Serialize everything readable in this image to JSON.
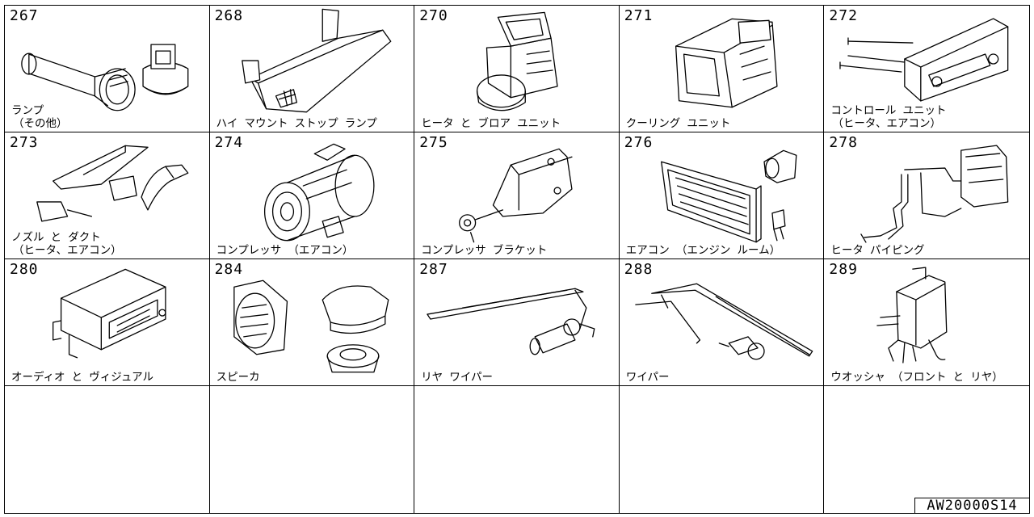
{
  "cells": [
    {
      "number": "267",
      "label_line1": "ランプ",
      "label_line2": "（その他）",
      "icon": "lamp-parts-icon"
    },
    {
      "number": "268",
      "label_line1": "ハイ マウント ストップ ランプ",
      "label_line2": "",
      "icon": "high-mount-stop-lamp-icon"
    },
    {
      "number": "270",
      "label_line1": "ヒータ と ブロア ユニット",
      "label_line2": "",
      "icon": "heater-blower-unit-icon"
    },
    {
      "number": "271",
      "label_line1": "クーリング ユニット",
      "label_line2": "",
      "icon": "cooling-unit-icon"
    },
    {
      "number": "272",
      "label_line1": "コントロール ユニット",
      "label_line2": "（ヒータ、エアコン）",
      "icon": "control-unit-icon"
    },
    {
      "number": "273",
      "label_line1": "ノズル と ダクト",
      "label_line2": "（ヒータ、エアコン）",
      "icon": "nozzle-duct-icon"
    },
    {
      "number": "274",
      "label_line1": "コンプレッサ （エアコン）",
      "label_line2": "",
      "icon": "compressor-icon"
    },
    {
      "number": "275",
      "label_line1": "コンプレッサ ブラケット",
      "label_line2": "",
      "icon": "compressor-bracket-icon"
    },
    {
      "number": "276",
      "label_line1": "エアコン （エンジン ルーム）",
      "label_line2": "",
      "icon": "condenser-icon"
    },
    {
      "number": "278",
      "label_line1": "ヒータ パイピング",
      "label_line2": "",
      "icon": "heater-piping-icon"
    },
    {
      "number": "280",
      "label_line1": "オーディオ と ヴィジュアル",
      "label_line2": "",
      "icon": "audio-unit-icon"
    },
    {
      "number": "284",
      "label_line1": "スピーカ",
      "label_line2": "",
      "icon": "speaker-icon"
    },
    {
      "number": "287",
      "label_line1": "リヤ ワイパー",
      "label_line2": "",
      "icon": "rear-wiper-icon"
    },
    {
      "number": "288",
      "label_line1": "ワイパー",
      "label_line2": "",
      "icon": "wiper-icon"
    },
    {
      "number": "289",
      "label_line1": "ウオッシャ （フロント と リヤ）",
      "label_line2": "",
      "icon": "washer-tank-icon"
    }
  ],
  "footer_code": "AW20000S14"
}
